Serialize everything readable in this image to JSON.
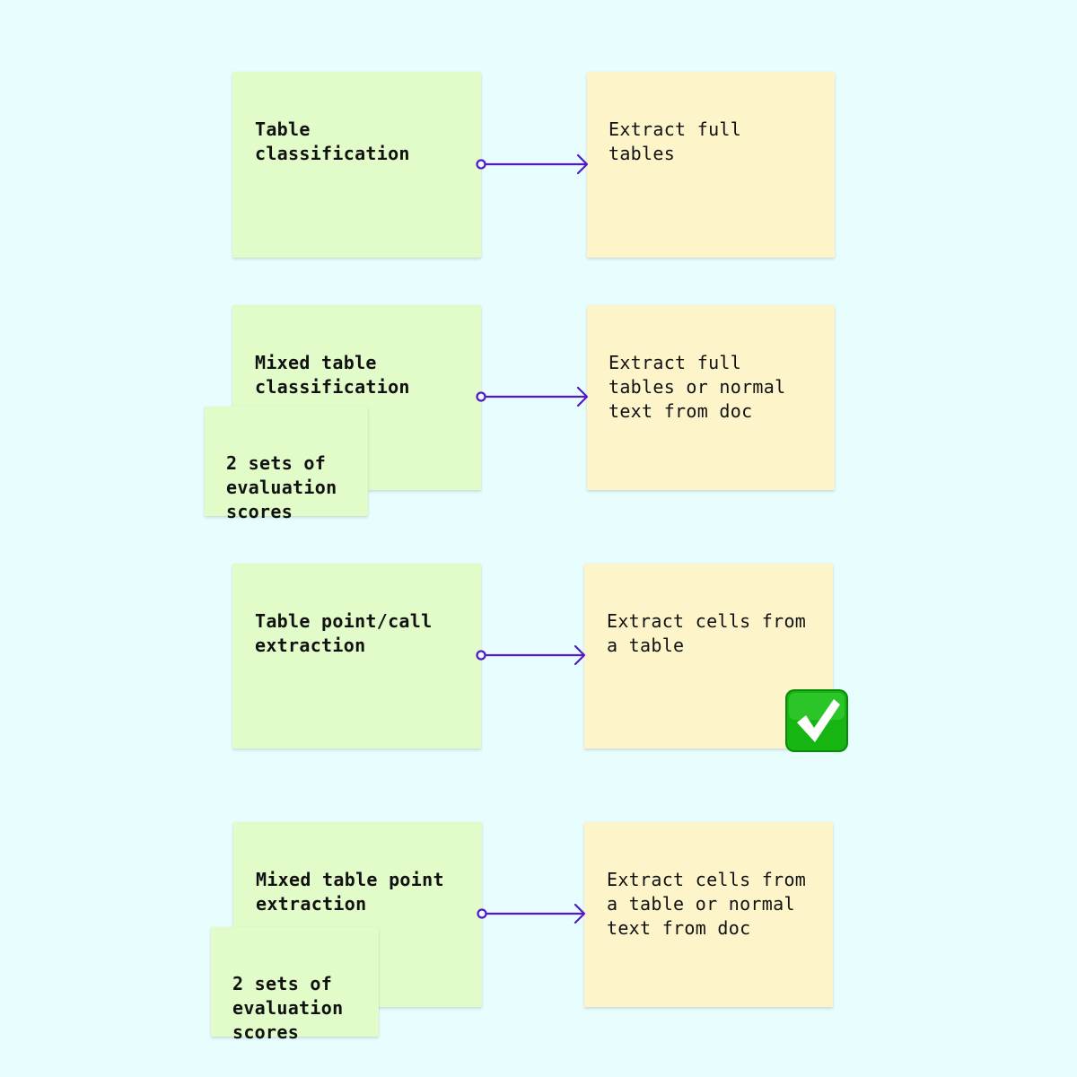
{
  "colors": {
    "background": "#e8fdfd",
    "green_note": "#e2fcc9",
    "yellow_note": "#fef4c9",
    "arrow": "#5218c9",
    "check": "#16b512"
  },
  "rows": [
    {
      "source": "Table\nclassification",
      "target": "Extract full\ntables"
    },
    {
      "source": "Mixed table\nclassification",
      "sub_note": "2 sets of\nevaluation\nscores",
      "target": "Extract full\ntables or normal\ntext from doc"
    },
    {
      "source": "Table point/call\nextraction",
      "target": "Extract cells from\na table",
      "target_icon": "check-mark-button-icon"
    },
    {
      "source": "Mixed table point\nextraction",
      "sub_note": "2 sets of\nevaluation\nscores",
      "target": "Extract cells from\na table or normal\ntext from doc"
    }
  ]
}
